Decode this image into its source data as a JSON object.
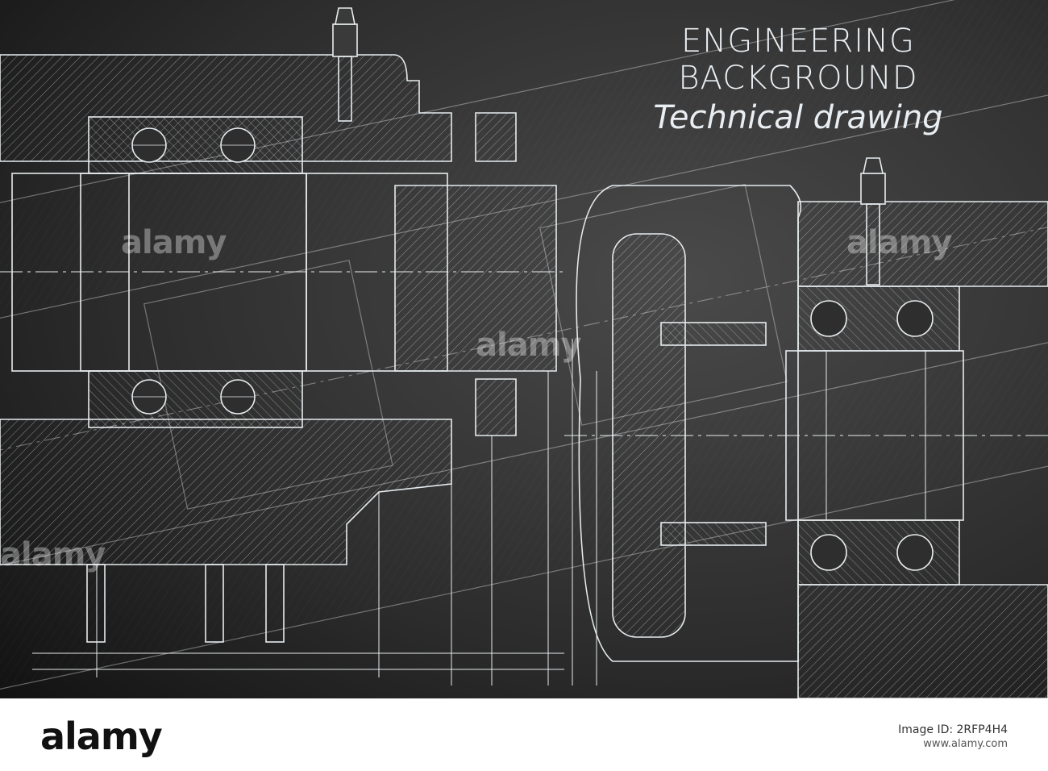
{
  "drawing": {
    "title_line1": "ENGINEERING",
    "title_line2": "BACKGROUND",
    "title_line3": "Technical drawing",
    "background_color": "#2a2a2a",
    "line_color": "#e6ebee"
  },
  "watermarks": [
    "alamy",
    "alamy",
    "alamy",
    "alamy"
  ],
  "footer": {
    "logo": "alamy",
    "image_id_label": "Image ID: 2RFP4H4",
    "site": "www.alamy.com"
  }
}
